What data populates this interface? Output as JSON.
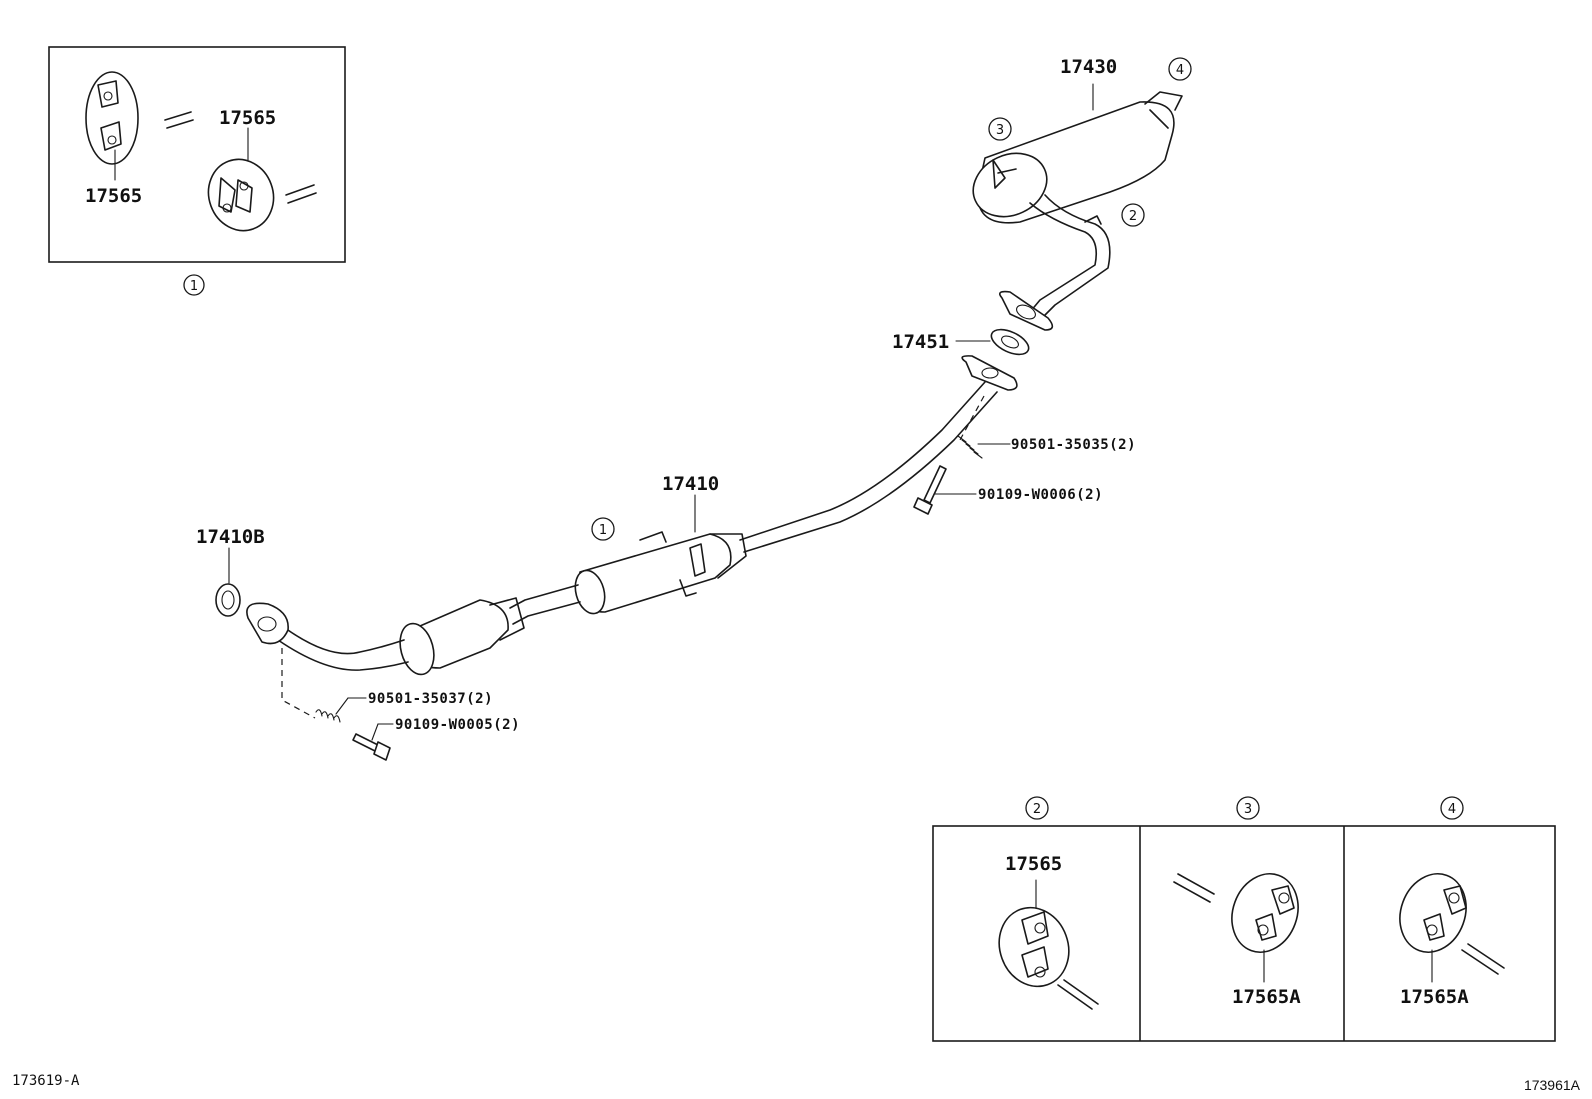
{
  "parts": {
    "hanger_topleft_a": "17565",
    "hanger_topleft_b": "17565",
    "muffler": "17430",
    "gasket_mid": "17451",
    "spring_rear": "90501-35035(2)",
    "bolt_rear": "90109-W0006(2)",
    "front_pipe": "17410",
    "gasket_front": "17410B",
    "spring_front": "90501-35037(2)",
    "bolt_front": "90109-W0005(2)",
    "hanger_box2": "17565",
    "hanger_box3": "17565A",
    "hanger_box4": "17565A"
  },
  "callouts": {
    "c1": "1",
    "c2": "2",
    "c3": "3",
    "c4": "4"
  },
  "footer": {
    "left_code": "173619-A",
    "right_code": "173961A"
  }
}
